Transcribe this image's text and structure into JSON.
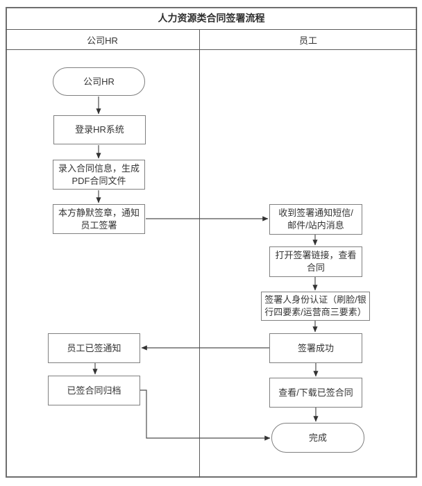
{
  "title": "人力资源类合同签署流程",
  "lanes": [
    {
      "label": "公司HR"
    },
    {
      "label": "员工"
    }
  ],
  "nodes": {
    "hr_start": {
      "label": "公司HR",
      "type": "terminator",
      "lane": "公司HR"
    },
    "hr_login": {
      "label": "登录HR系统",
      "type": "process",
      "lane": "公司HR"
    },
    "hr_create": {
      "label": "录入合同信息，生成PDF合同文件",
      "type": "process",
      "lane": "公司HR"
    },
    "hr_sign": {
      "label": "本方静默签章，通知员工签署",
      "type": "process",
      "lane": "公司HR"
    },
    "hr_notify": {
      "label": "员工已签通知",
      "type": "process",
      "lane": "公司HR"
    },
    "hr_archive": {
      "label": "已签合同归档",
      "type": "process",
      "lane": "公司HR"
    },
    "emp_receive": {
      "label": "收到签署通知短信/邮件/站内消息",
      "type": "process",
      "lane": "员工"
    },
    "emp_open": {
      "label": "打开签署链接，查看合同",
      "type": "process",
      "lane": "员工"
    },
    "emp_auth": {
      "label": "签署人身份认证（刷脸/银行四要素/运营商三要素）",
      "type": "process",
      "lane": "员工"
    },
    "emp_success": {
      "label": "签署成功",
      "type": "process",
      "lane": "员工"
    },
    "emp_download": {
      "label": "查看/下载已签合同",
      "type": "process",
      "lane": "员工"
    },
    "emp_done": {
      "label": "完成",
      "type": "terminator",
      "lane": "员工"
    }
  },
  "edges": [
    {
      "from": "hr_start",
      "to": "hr_login"
    },
    {
      "from": "hr_login",
      "to": "hr_create"
    },
    {
      "from": "hr_create",
      "to": "hr_sign"
    },
    {
      "from": "hr_sign",
      "to": "emp_receive"
    },
    {
      "from": "emp_receive",
      "to": "emp_open"
    },
    {
      "from": "emp_open",
      "to": "emp_auth"
    },
    {
      "from": "emp_auth",
      "to": "emp_success"
    },
    {
      "from": "emp_success",
      "to": "hr_notify"
    },
    {
      "from": "hr_notify",
      "to": "hr_archive"
    },
    {
      "from": "hr_archive",
      "to": "emp_done"
    },
    {
      "from": "emp_success",
      "to": "emp_download"
    },
    {
      "from": "emp_download",
      "to": "emp_done"
    }
  ],
  "colors": {
    "frame_border": "#6e6e6e",
    "grid_line": "#5a5a5a",
    "node_border": "#7f7f7f",
    "connector": "#4d4d4d",
    "text": "#333333",
    "background": "#ffffff"
  }
}
